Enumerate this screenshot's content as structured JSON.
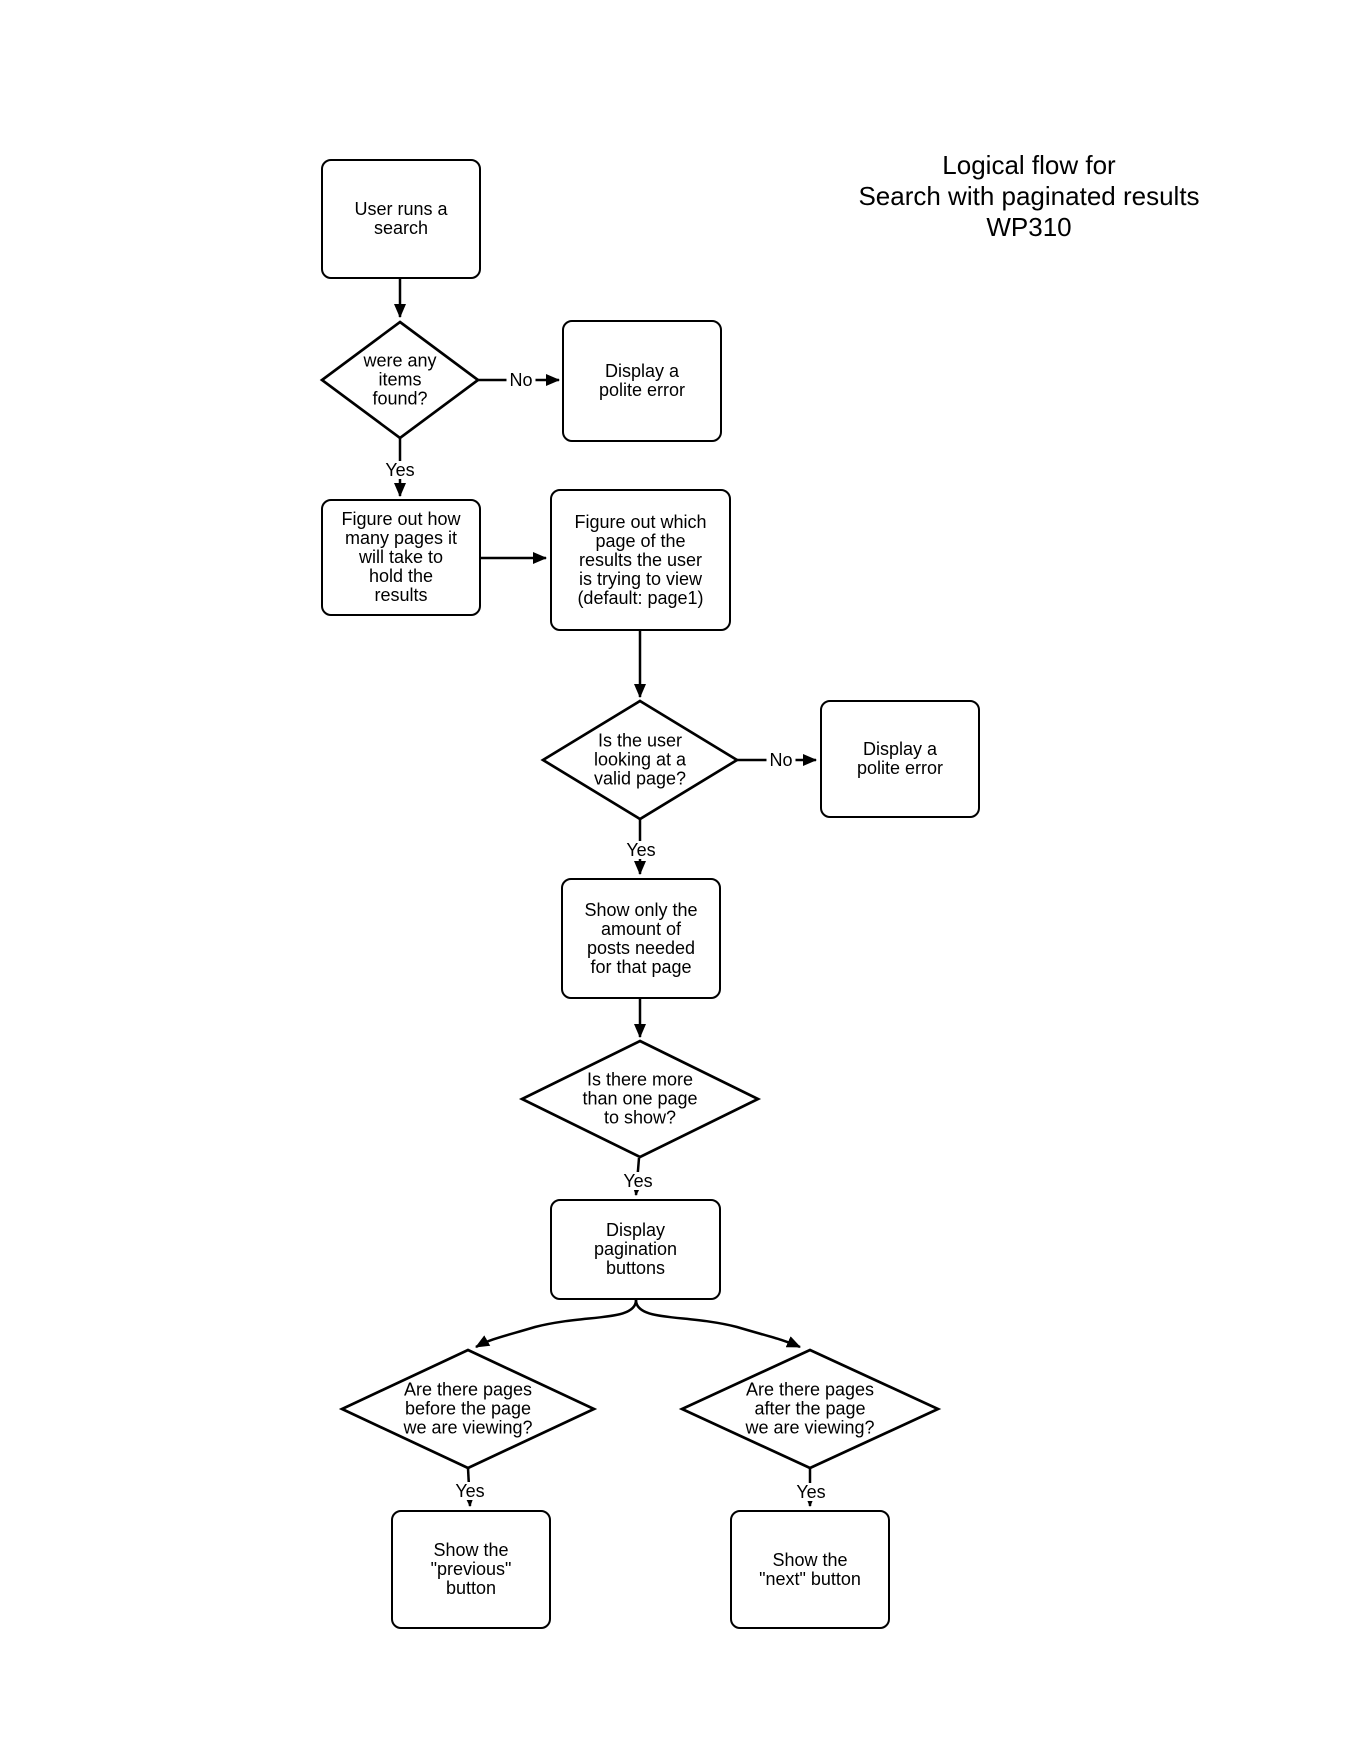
{
  "title": {
    "text": "Logical flow for\nSearch with paginated results\nWP310"
  },
  "nodes": {
    "start": {
      "label": "User runs a\nsearch"
    },
    "items_found": {
      "label": "were any\nitems\nfound?"
    },
    "error_no_items": {
      "label": "Display a\npolite error"
    },
    "figure_pages": {
      "label": "Figure out how\nmany pages it\nwill take to\nhold the\nresults"
    },
    "figure_which_page": {
      "label": "Figure out which\npage of the\nresults the user\nis trying to view\n(default: page1)"
    },
    "valid_page": {
      "label": "Is the user\nlooking at a\nvalid page?"
    },
    "error_invalid_page": {
      "label": "Display a\npolite error"
    },
    "show_posts": {
      "label": "Show only the\namount of\nposts needed\nfor that page"
    },
    "more_pages": {
      "label": "Is there more\nthan one page\nto show?"
    },
    "pagination_buttons": {
      "label": "Display\npagination\nbuttons"
    },
    "pages_before": {
      "label": "Are there pages\nbefore the page\nwe are viewing?"
    },
    "pages_after": {
      "label": "Are there pages\nafter the page\nwe are viewing?"
    },
    "show_previous": {
      "label": "Show the\n\"previous\"\nbutton"
    },
    "show_next": {
      "label": "Show the\n\"next\" button"
    }
  },
  "edge_labels": {
    "items_found_no": "No",
    "items_found_yes": "Yes",
    "valid_page_no": "No",
    "valid_page_yes": "Yes",
    "more_pages_yes": "Yes",
    "pages_before_yes": "Yes",
    "pages_after_yes": "Yes"
  },
  "colors": {
    "stroke": "#000000",
    "shape_fill": "#ffffff",
    "background": "#ffffff",
    "text": "#000000"
  }
}
